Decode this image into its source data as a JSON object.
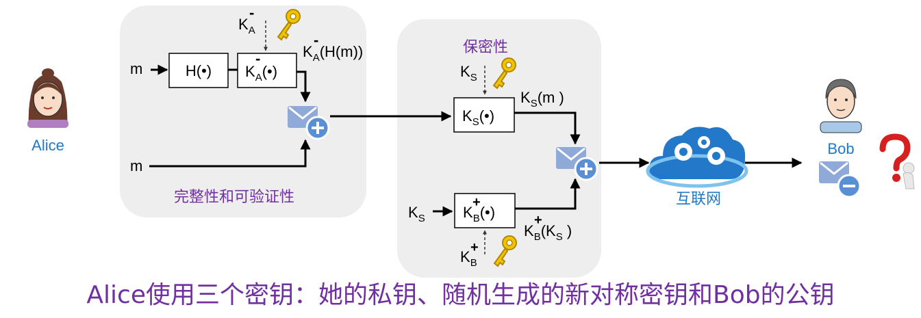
{
  "people": {
    "alice": {
      "label": "Alice",
      "icon": "woman-avatar-icon"
    },
    "bob": {
      "label": "Bob",
      "icon": "man-avatar-icon"
    }
  },
  "regions": {
    "integrity_label": "完整性和可验证性",
    "confidentiality_label": "保密性"
  },
  "labels": {
    "m": "m",
    "hash_box": "H(•)",
    "K": "K",
    "H_of_m": "(H(m))",
    "sub_A": "A",
    "sub_S": "S",
    "sub_B": "B",
    "minus": "-",
    "plus": "+",
    "dot_arg": "(•)",
    "Ks_m": "(m )",
    "Kb_Ks_open": "(K",
    "Kb_Ks_close": " )",
    "internet": "互联网"
  },
  "caption": "Alice使用三个密钥：她的私钥、随机生成的新对称密钥和Bob的公钥",
  "colors": {
    "panel": "#eeeeee",
    "purple": "#7030a0",
    "envelope": "#8fa9d8",
    "envelope_badge": "#5a8fd6",
    "key": "#f2c300",
    "cloud": "#2378c9"
  },
  "icons": [
    "key-icon",
    "envelope-plus-icon",
    "envelope-minus-icon",
    "cloud-gears-icon",
    "question-person-icon"
  ]
}
